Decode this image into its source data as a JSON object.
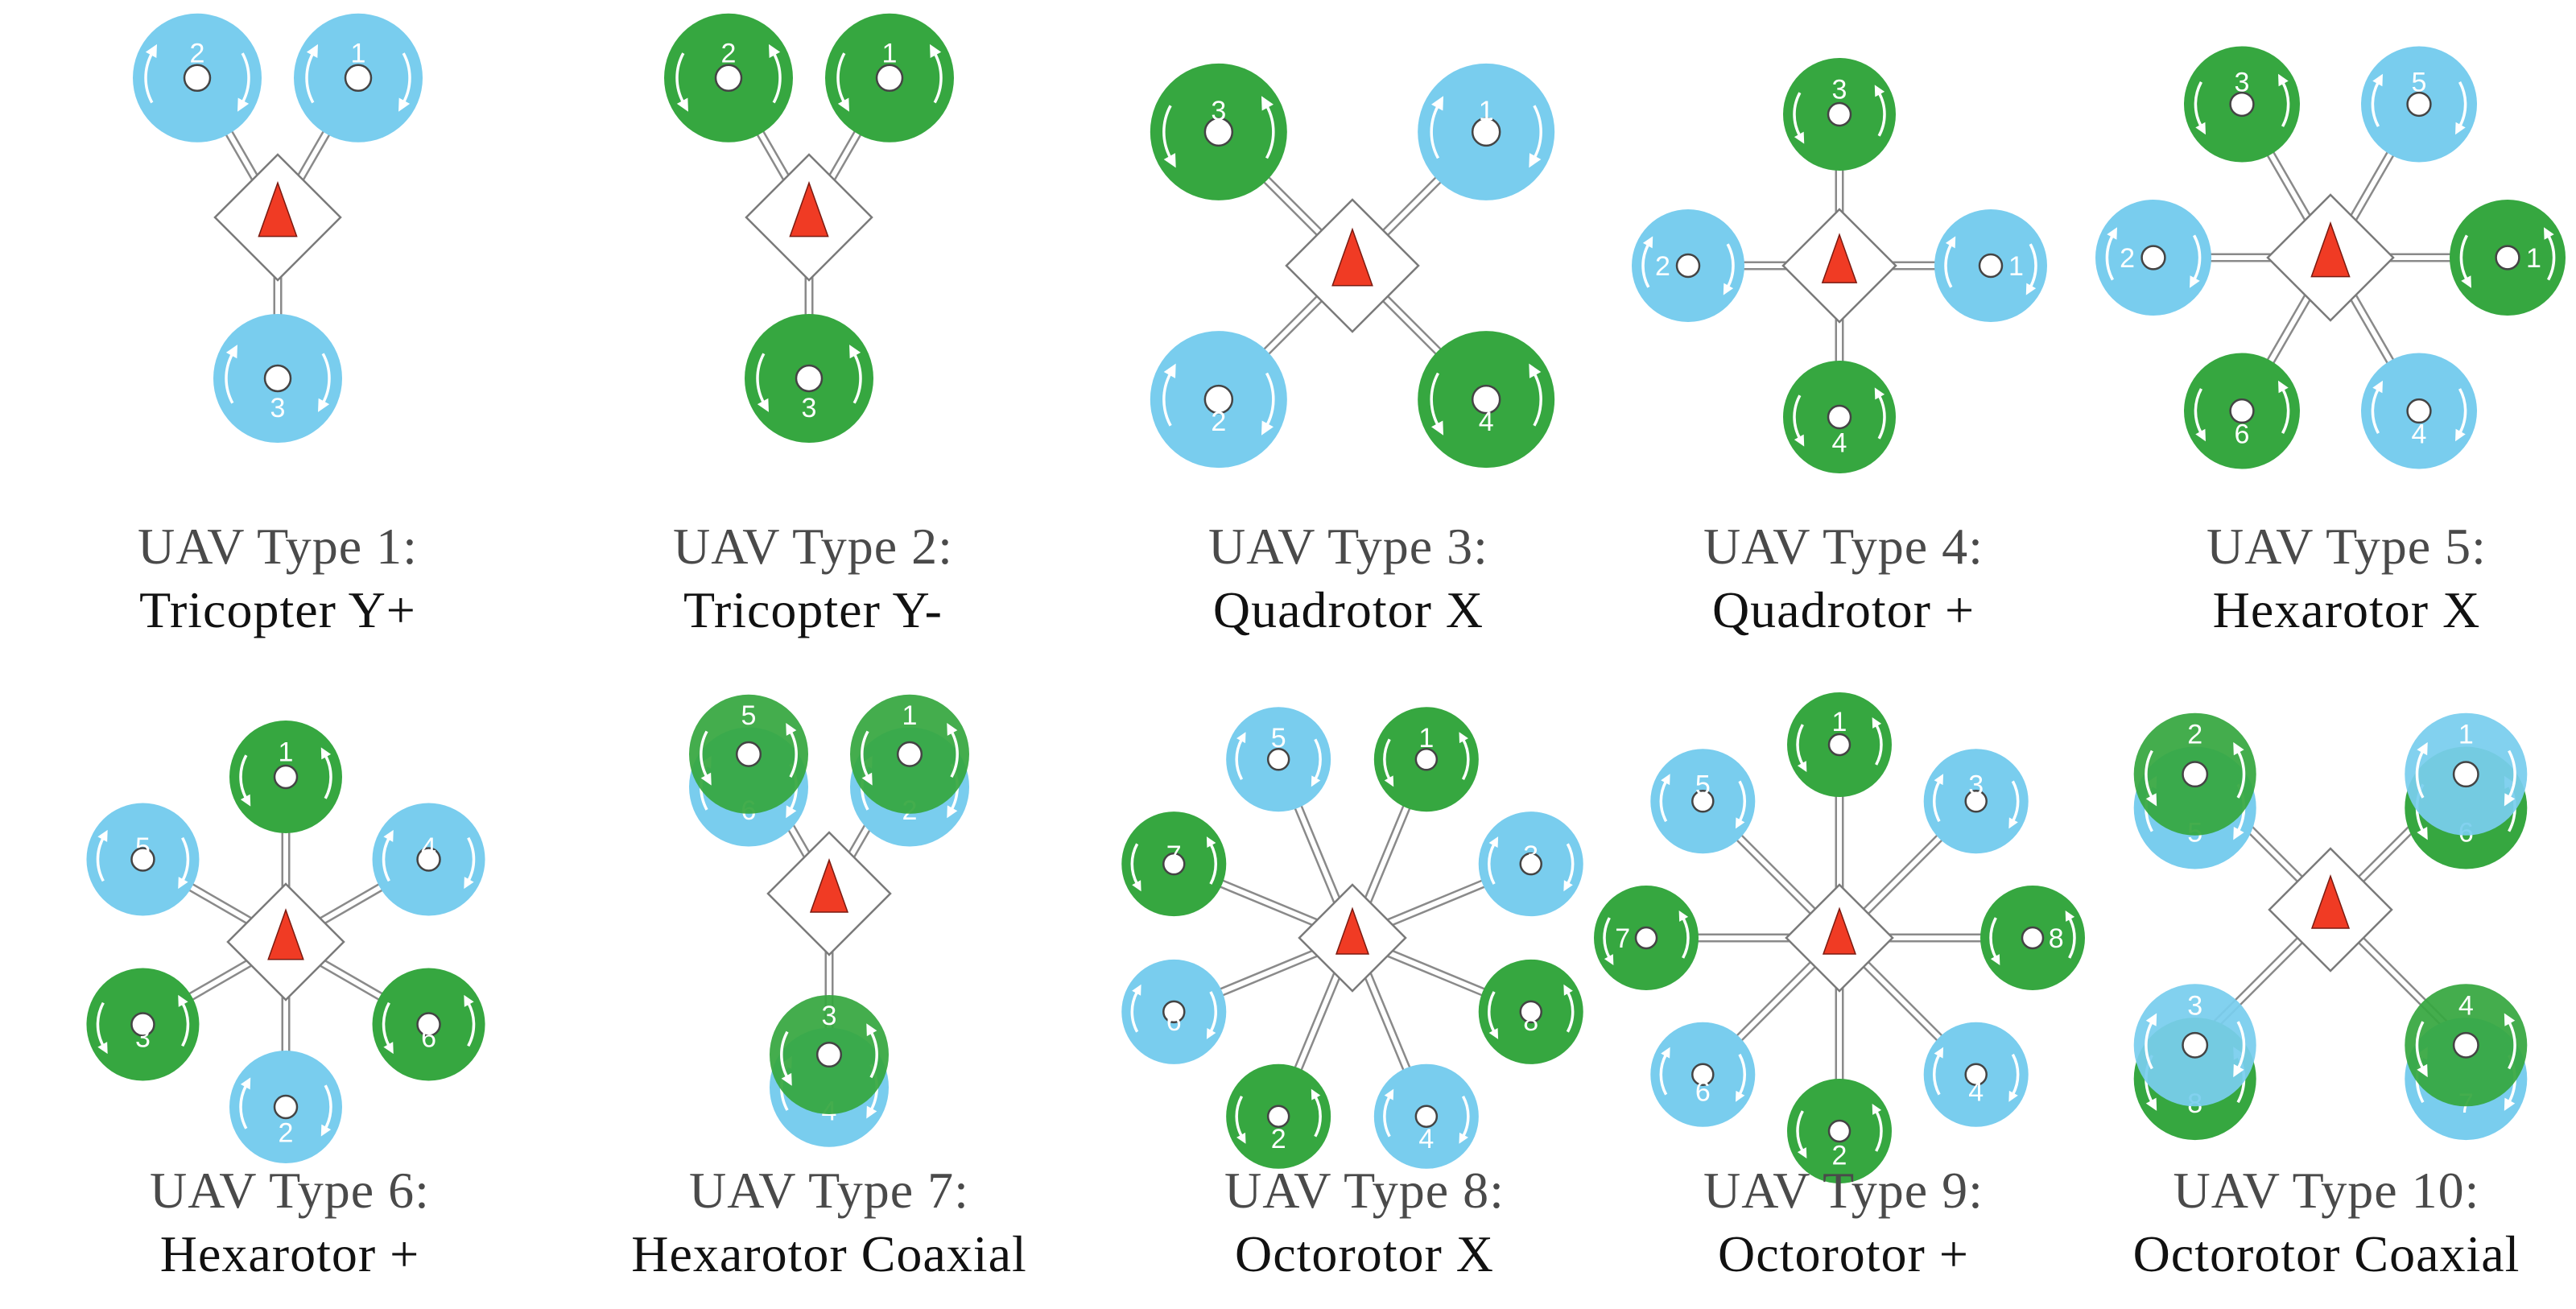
{
  "colors": {
    "cw": "#79cdee",
    "ccw": "#36a740",
    "hub_arrow": "#f03b24"
  },
  "uavs": [
    {
      "line1": "UAV Type 1:",
      "line2": "Tricopter Y+",
      "rotors": [
        {
          "label": "1",
          "angle": 60,
          "spin": "cw",
          "layer": "single"
        },
        {
          "label": "2",
          "angle": 120,
          "spin": "cw",
          "layer": "single"
        },
        {
          "label": "3",
          "angle": 270,
          "spin": "cw",
          "layer": "single"
        }
      ]
    },
    {
      "line1": "UAV Type 2:",
      "line2": "Tricopter Y-",
      "rotors": [
        {
          "label": "1",
          "angle": 60,
          "spin": "ccw",
          "layer": "single"
        },
        {
          "label": "2",
          "angle": 120,
          "spin": "ccw",
          "layer": "single"
        },
        {
          "label": "3",
          "angle": 270,
          "spin": "ccw",
          "layer": "single"
        }
      ]
    },
    {
      "line1": "UAV Type 3:",
      "line2": "Quadrotor X",
      "rotors": [
        {
          "label": "1",
          "angle": 45,
          "spin": "cw",
          "layer": "single"
        },
        {
          "label": "3",
          "angle": 135,
          "spin": "ccw",
          "layer": "single"
        },
        {
          "label": "2",
          "angle": 225,
          "spin": "cw",
          "layer": "single"
        },
        {
          "label": "4",
          "angle": 315,
          "spin": "ccw",
          "layer": "single"
        }
      ]
    },
    {
      "line1": "UAV Type 4:",
      "line2": "Quadrotor +",
      "rotors": [
        {
          "label": "1",
          "angle": 0,
          "spin": "cw",
          "layer": "single"
        },
        {
          "label": "3",
          "angle": 90,
          "spin": "ccw",
          "layer": "single"
        },
        {
          "label": "2",
          "angle": 180,
          "spin": "cw",
          "layer": "single"
        },
        {
          "label": "4",
          "angle": 270,
          "spin": "ccw",
          "layer": "single"
        }
      ]
    },
    {
      "line1": "UAV Type 5:",
      "line2": "Hexarotor X",
      "rotors": [
        {
          "label": "1",
          "angle": 0,
          "spin": "ccw",
          "layer": "single"
        },
        {
          "label": "5",
          "angle": 60,
          "spin": "cw",
          "layer": "single"
        },
        {
          "label": "3",
          "angle": 120,
          "spin": "ccw",
          "layer": "single"
        },
        {
          "label": "2",
          "angle": 180,
          "spin": "cw",
          "layer": "single"
        },
        {
          "label": "6",
          "angle": 240,
          "spin": "ccw",
          "layer": "single"
        },
        {
          "label": "4",
          "angle": 300,
          "spin": "cw",
          "layer": "single"
        }
      ]
    },
    {
      "line1": "UAV Type 6:",
      "line2": "Hexarotor +",
      "rotors": [
        {
          "label": "1",
          "angle": 90,
          "spin": "ccw",
          "layer": "single"
        },
        {
          "label": "5",
          "angle": 150,
          "spin": "cw",
          "layer": "single"
        },
        {
          "label": "3",
          "angle": 210,
          "spin": "ccw",
          "layer": "single"
        },
        {
          "label": "2",
          "angle": 270,
          "spin": "cw",
          "layer": "single"
        },
        {
          "label": "6",
          "angle": 330,
          "spin": "ccw",
          "layer": "single"
        },
        {
          "label": "4",
          "angle": 30,
          "spin": "cw",
          "layer": "single"
        }
      ]
    },
    {
      "line1": "UAV  Type  7:",
      "line2": "Hexarotor Coaxial",
      "rotors": [
        {
          "label": "6",
          "angle": 120,
          "spin": "cw",
          "layer": "bottom"
        },
        {
          "label": "2",
          "angle": 60,
          "spin": "cw",
          "layer": "bottom"
        },
        {
          "label": "4",
          "angle": 270,
          "spin": "cw",
          "layer": "bottom"
        },
        {
          "label": "5",
          "angle": 120,
          "spin": "ccw",
          "layer": "top"
        },
        {
          "label": "1",
          "angle": 60,
          "spin": "ccw",
          "layer": "top"
        },
        {
          "label": "3",
          "angle": 270,
          "spin": "ccw",
          "layer": "top"
        }
      ]
    },
    {
      "line1": "UAV Type 8:",
      "line2": "Octorotor X",
      "rotors": [
        {
          "label": "1",
          "angle": 67.5,
          "spin": "ccw",
          "layer": "single"
        },
        {
          "label": "3",
          "angle": 22.5,
          "spin": "cw",
          "layer": "single"
        },
        {
          "label": "8",
          "angle": 337.5,
          "spin": "ccw",
          "layer": "single"
        },
        {
          "label": "4",
          "angle": 292.5,
          "spin": "cw",
          "layer": "single"
        },
        {
          "label": "2",
          "angle": 247.5,
          "spin": "ccw",
          "layer": "single"
        },
        {
          "label": "6",
          "angle": 202.5,
          "spin": "cw",
          "layer": "single"
        },
        {
          "label": "7",
          "angle": 157.5,
          "spin": "ccw",
          "layer": "single"
        },
        {
          "label": "5",
          "angle": 112.5,
          "spin": "cw",
          "layer": "single"
        }
      ]
    },
    {
      "line1": "UAV Type 9:",
      "line2": "Octorotor +",
      "rotors": [
        {
          "label": "1",
          "angle": 90,
          "spin": "ccw",
          "layer": "single"
        },
        {
          "label": "3",
          "angle": 45,
          "spin": "cw",
          "layer": "single"
        },
        {
          "label": "8",
          "angle": 0,
          "spin": "ccw",
          "layer": "single"
        },
        {
          "label": "4",
          "angle": 315,
          "spin": "cw",
          "layer": "single"
        },
        {
          "label": "2",
          "angle": 270,
          "spin": "ccw",
          "layer": "single"
        },
        {
          "label": "6",
          "angle": 225,
          "spin": "cw",
          "layer": "single"
        },
        {
          "label": "7",
          "angle": 180,
          "spin": "ccw",
          "layer": "single"
        },
        {
          "label": "5",
          "angle": 135,
          "spin": "cw",
          "layer": "single"
        }
      ]
    },
    {
      "line1": "UAV  Type  10:",
      "line2": "Octorotor Coaxial",
      "rotors": [
        {
          "label": "5",
          "angle": 135,
          "spin": "cw",
          "layer": "bottom"
        },
        {
          "label": "6",
          "angle": 45,
          "spin": "ccw",
          "layer": "bottom"
        },
        {
          "label": "8",
          "angle": 225,
          "spin": "ccw",
          "layer": "bottom"
        },
        {
          "label": "7",
          "angle": 315,
          "spin": "cw",
          "layer": "bottom"
        },
        {
          "label": "2",
          "angle": 135,
          "spin": "ccw",
          "layer": "top"
        },
        {
          "label": "1",
          "angle": 45,
          "spin": "cw",
          "layer": "top"
        },
        {
          "label": "3",
          "angle": 225,
          "spin": "cw",
          "layer": "top"
        },
        {
          "label": "4",
          "angle": 315,
          "spin": "ccw",
          "layer": "top"
        }
      ]
    }
  ]
}
